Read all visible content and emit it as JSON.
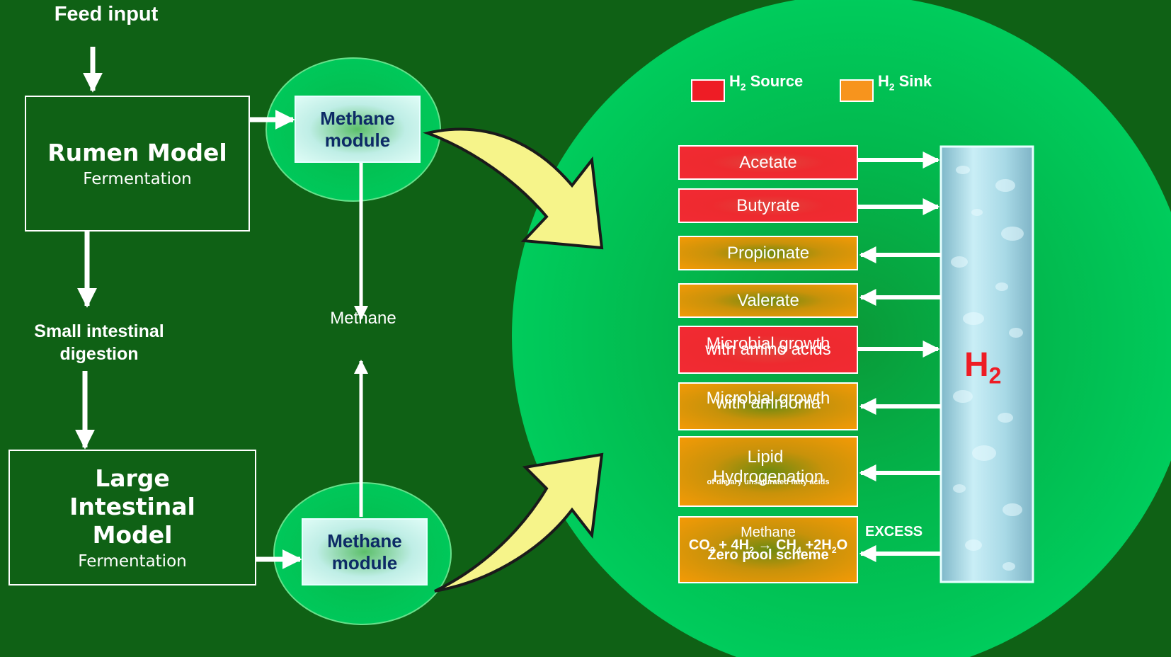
{
  "feed_input": "Feed input",
  "rumen_model": {
    "title": "Rumen Model",
    "subtitle": "Fermentation"
  },
  "small_intestinal": "Small intestinal digestion",
  "large_intestinal_model": {
    "title": "Large Intestinal Model",
    "subtitle": "Fermentation"
  },
  "methane_module_top": "Methane module",
  "methane_module_bottom": "Methane module",
  "methane_label": "Methane",
  "legend": {
    "source": {
      "label": "Source",
      "color": "#ee1c25"
    },
    "sink": {
      "label": "Sink",
      "color": "#f7941d"
    }
  },
  "h2_symbol": "H",
  "h2_subscript": "2",
  "processes": [
    {
      "label": "Acetate",
      "type": "source",
      "arrow": "to-pool"
    },
    {
      "label": "Butyrate",
      "type": "source",
      "arrow": "to-pool"
    },
    {
      "label": "Propionate",
      "type": "sink",
      "arrow": "from-pool"
    },
    {
      "label": "Valerate",
      "type": "sink",
      "arrow": "from-pool"
    },
    {
      "line1": "Microbial growth",
      "line2": "with amino acids",
      "type": "source",
      "arrow": "to-pool"
    },
    {
      "line1": "Microbial growth",
      "line2": "with ammonia",
      "type": "sink",
      "arrow": "from-pool"
    },
    {
      "line1": "Lipid",
      "line2": "Hydrogenation",
      "line3": "of dietary unsaturated fatty acids",
      "type": "sink",
      "arrow": "from-pool"
    },
    {
      "line1": "Methane",
      "line2": "Zero pool scheme",
      "type": "sink",
      "arrow": "from-pool"
    }
  ],
  "equation": {
    "co": "CO",
    "s2": "2",
    "plus4h": " + 4H",
    "s2b": "2",
    "arrow": " → CH",
    "s4": "4",
    "plus2h": " +2H",
    "s2c": "2",
    "o": "O"
  },
  "excess_label": "EXCESS",
  "colors": {
    "background": "#0f6115",
    "circle": "#00c25a",
    "source": "#ee1c25",
    "sink": "#f7941d",
    "curved_arrow": "#f6f48a",
    "h2_text": "#ee1c25",
    "module_text": "#0d2a66"
  }
}
